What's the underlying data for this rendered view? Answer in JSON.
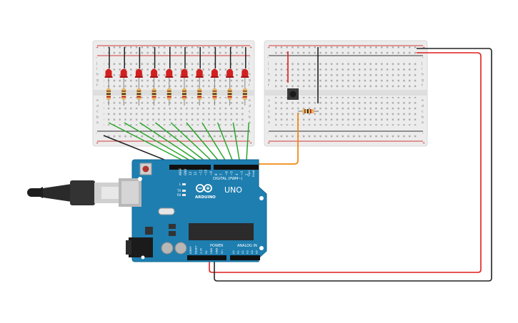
{
  "board": {
    "brand": "ARDUINO",
    "model": "UNO",
    "logo": "infinity-logo",
    "digital_label": "DIGITAL (PWM~)",
    "power_label": "POWER",
    "analog_label": "ANALOG IN",
    "aref_label": "AREF",
    "gnd_label": "GND",
    "led_l": "L",
    "led_tx": "TX",
    "led_rx": "RX",
    "tx_pin": "TX▸1",
    "rx_pin": "RX◂0",
    "digital_pins": [
      "13",
      "12",
      "~11",
      "~10",
      "~9",
      "8",
      "7",
      "~6",
      "~5",
      "4",
      "~3",
      "2"
    ],
    "power_pins": [
      "IOREF",
      "RESET",
      "3.3V",
      "5V",
      "GND",
      "GND",
      "Vin"
    ],
    "analog_pins": [
      "A0",
      "A1",
      "A2",
      "A3",
      "A4",
      "A5"
    ]
  },
  "breadboards": {
    "rows_top": [
      "j",
      "i",
      "h",
      "g",
      "f"
    ],
    "rows_bottom": [
      "e",
      "d",
      "c",
      "b",
      "a"
    ],
    "rail_plus": "+",
    "rail_minus": "-"
  },
  "components": {
    "led_count": 10,
    "led_color": "#d21f1f",
    "resistor_body_color": "#e3b76a",
    "button_color": "#3a3a3a"
  },
  "wire_colors": {
    "signal": "#2aa52a",
    "ground": "#222222",
    "power": "#e11d1d",
    "input": "#ef8a16"
  }
}
